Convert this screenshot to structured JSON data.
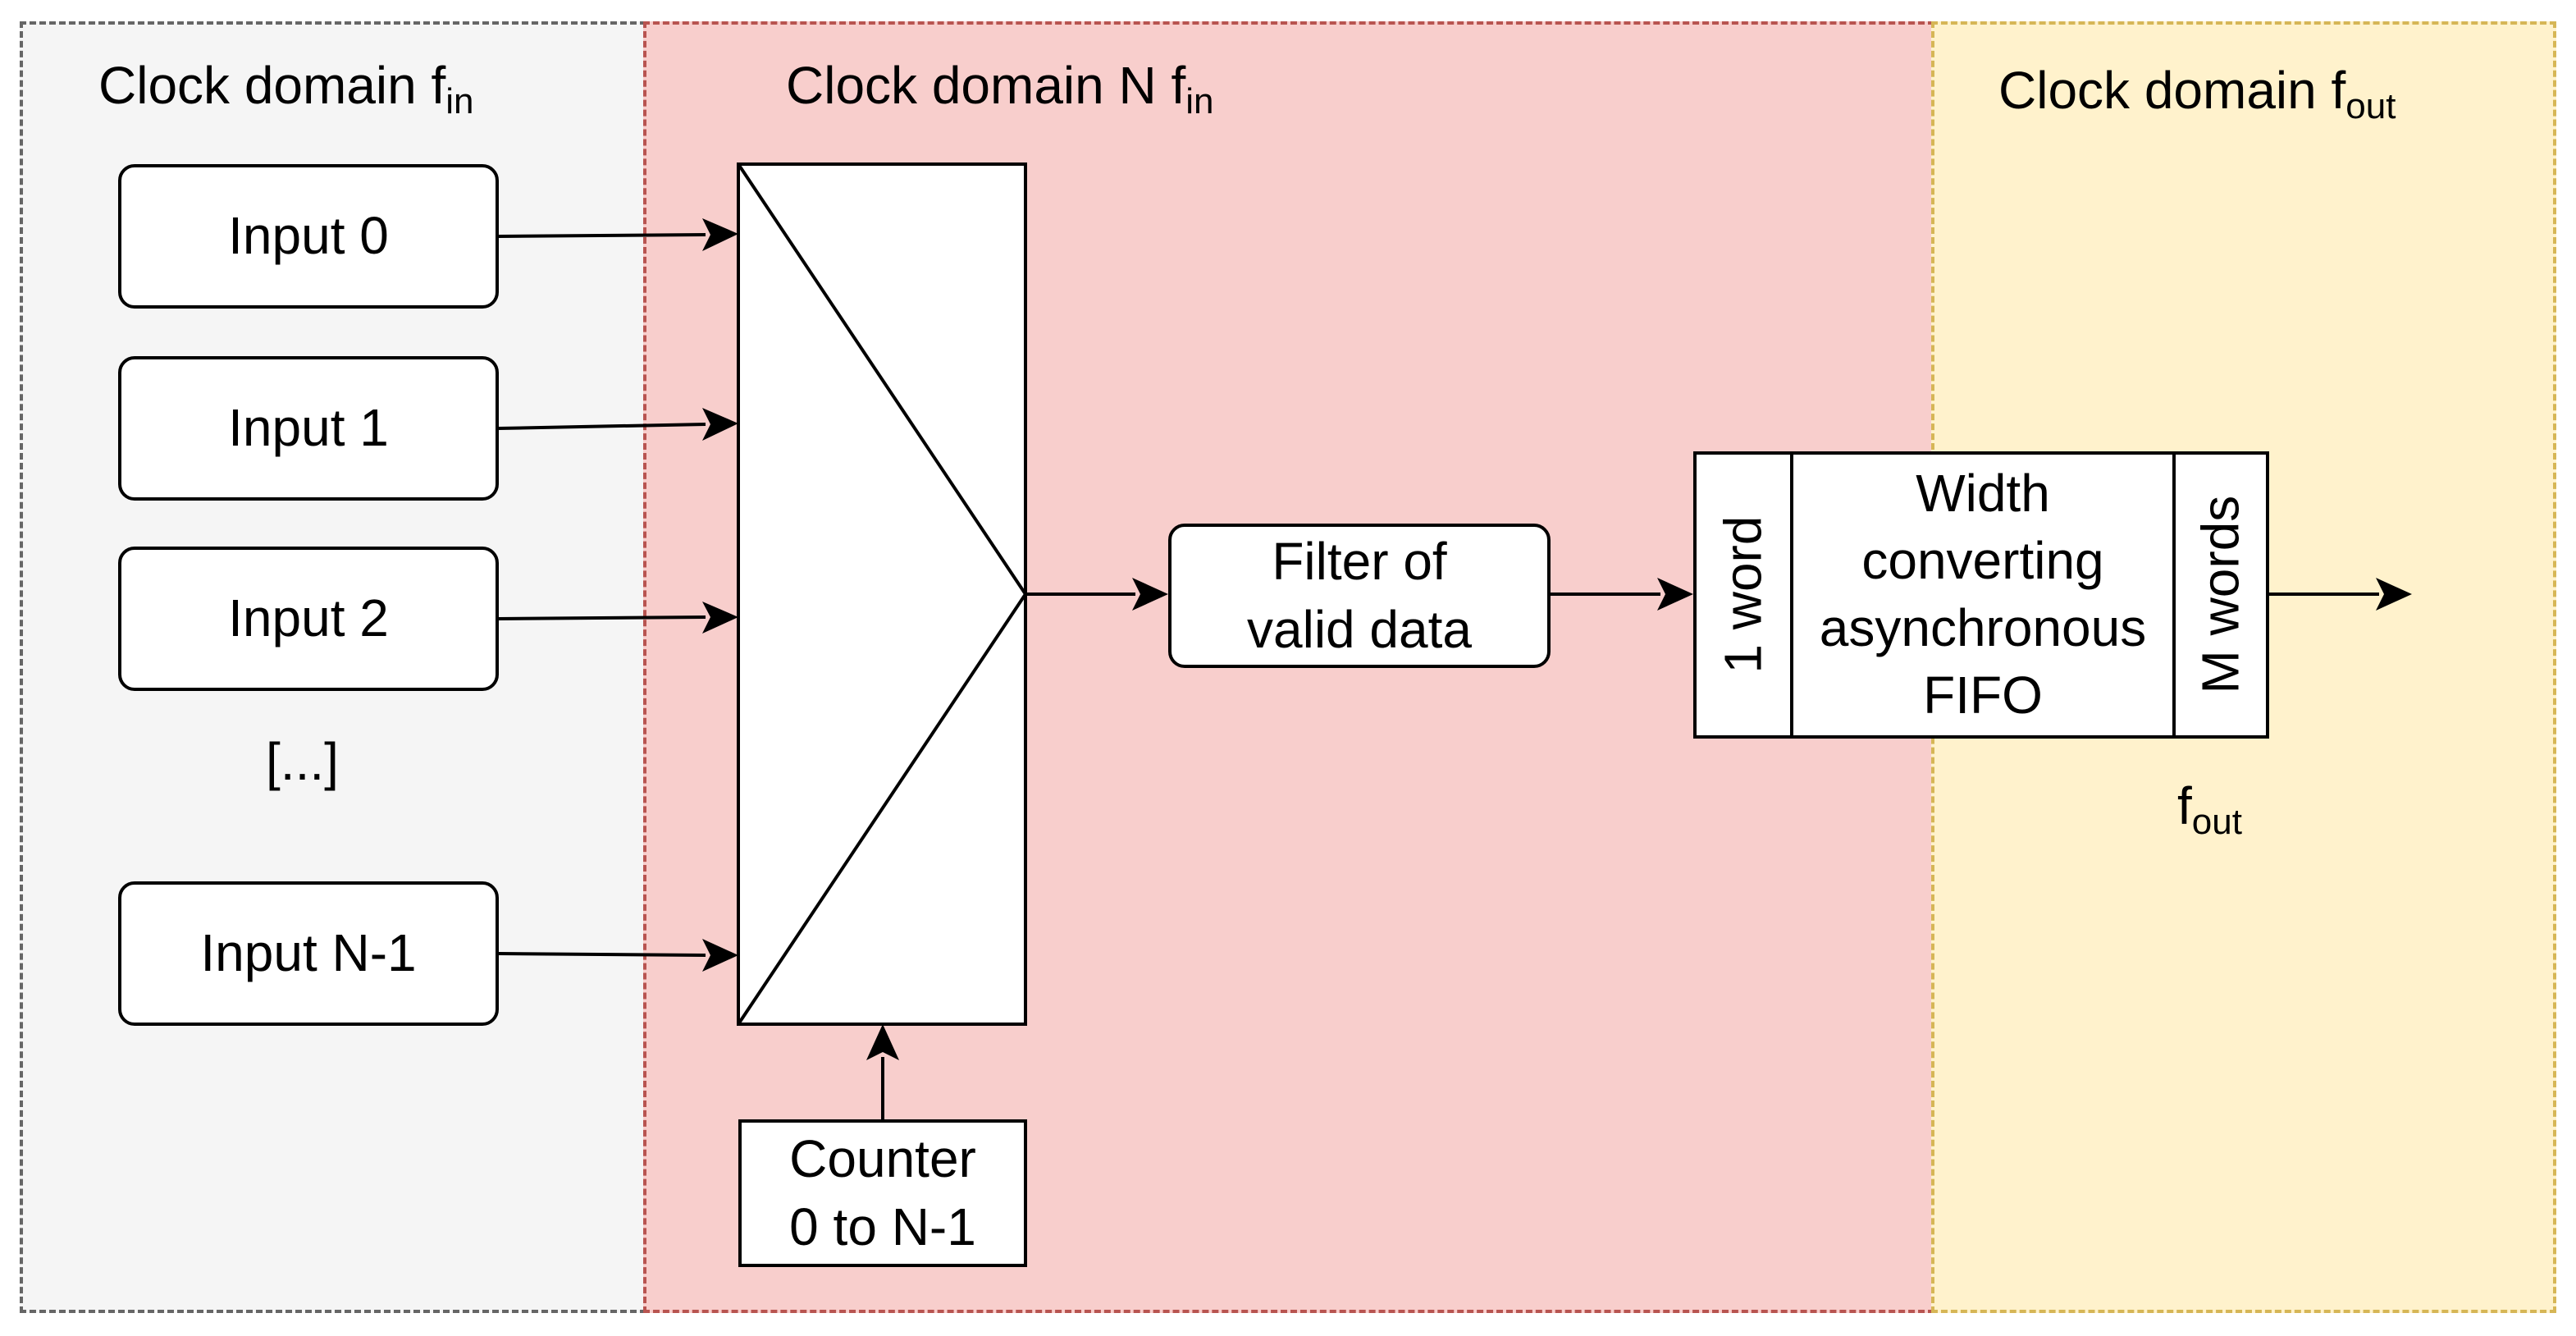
{
  "regions": {
    "input_domain": {
      "label": "Clock domain f",
      "sub": "in",
      "fill": "#f5f5f5",
      "stroke": "#666666"
    },
    "fast_domain": {
      "label": "Clock domain N f",
      "sub": "in",
      "fill": "#f8cecc",
      "stroke": "#b85450"
    },
    "output_domain": {
      "label": "Clock domain f",
      "sub": "out",
      "fill": "#fff2cc",
      "stroke": "#d6b656"
    }
  },
  "inputs": [
    "Input 0",
    "Input 1",
    "Input 2",
    "Input N-1"
  ],
  "ellipsis": "[...]",
  "counter": {
    "line1": "Counter",
    "line2": "0 to N-1"
  },
  "filter": {
    "line1": "Filter of",
    "line2": "valid data"
  },
  "fifo": {
    "left_port": "1 word",
    "lines": [
      "Width",
      "converting",
      "asynchronous",
      "FIFO"
    ],
    "right_port": "M words"
  },
  "output_clock": {
    "label": "f",
    "sub": "out"
  }
}
